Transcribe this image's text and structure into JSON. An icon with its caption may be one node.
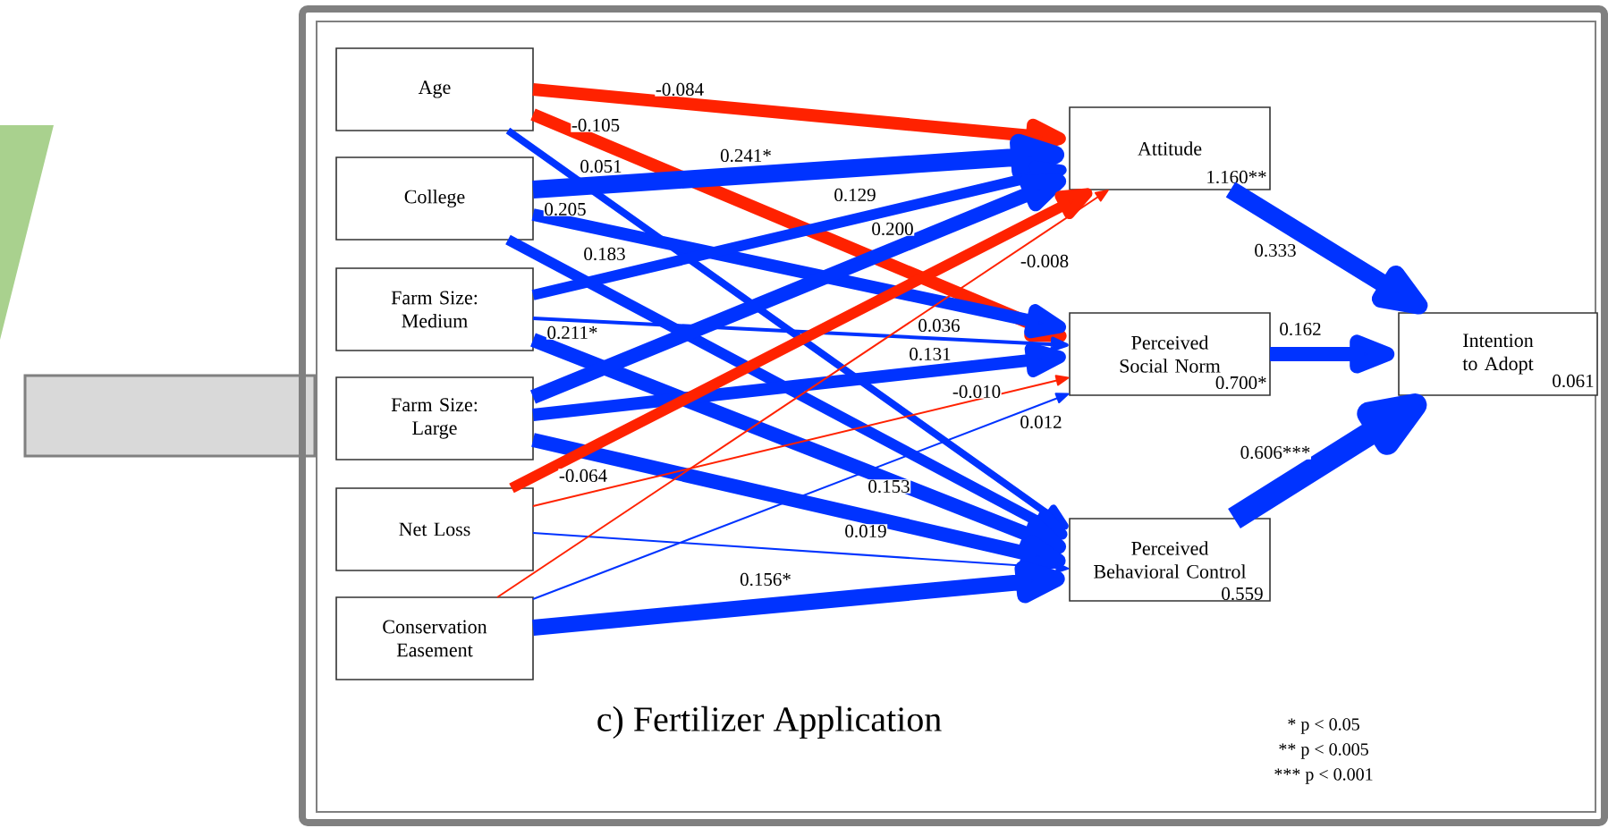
{
  "diagram": {
    "caption": "c) Fertilizer Application",
    "nodes": [
      {
        "text": [
          "Age"
        ]
      },
      {
        "text": [
          "College"
        ]
      },
      {
        "text": [
          "Farm Size: Medium"
        ]
      },
      {
        "text": [
          "Farm Size: Large"
        ]
      },
      {
        "text": [
          "Net Loss"
        ]
      },
      {
        "text": [
          "Conservation Easement"
        ]
      },
      {
        "text": [
          "Attitude",
          "1.160**"
        ]
      },
      {
        "text": [
          "Perceived Social Norm",
          "0.700*"
        ]
      },
      {
        "text": [
          "Perceived Behavioral Control",
          "0.559"
        ]
      },
      {
        "text": [
          "Intention to Adopt",
          "0.061"
        ]
      }
    ],
    "edges": [
      {
        "from": 0,
        "to": 6,
        "arrow": "to",
        "label": "-0.084",
        "color": "#ff2200"
      },
      {
        "from": 0,
        "to": 7,
        "arrow": "to",
        "label": "-0.105",
        "color": "#ff2200"
      },
      {
        "from": 0,
        "to": 8,
        "arrow": "to",
        "label": "0.051"
      },
      {
        "from": 1,
        "to": 6,
        "arrow": "to",
        "label": "0.241*"
      },
      {
        "from": 1,
        "to": 7,
        "arrow": "to",
        "label": "0.205"
      },
      {
        "from": 1,
        "to": 8,
        "arrow": "to",
        "label": "0.183"
      },
      {
        "from": 2,
        "to": 6,
        "arrow": "to",
        "label": "0.129"
      },
      {
        "from": 2,
        "to": 7,
        "arrow": "to",
        "label": "0.036"
      },
      {
        "from": 2,
        "to": 8,
        "arrow": "to",
        "label": "0.211*"
      },
      {
        "from": 3,
        "to": 6,
        "arrow": "to",
        "label": "0.200"
      },
      {
        "from": 3,
        "to": 7,
        "arrow": "to",
        "label": "0.131"
      },
      {
        "from": 3,
        "to": 8,
        "arrow": "to",
        "label": "0.153"
      },
      {
        "from": 4,
        "to": 6,
        "arrow": "to",
        "label": "-0.064",
        "color": "#ff2200"
      },
      {
        "from": 4,
        "to": 7,
        "arrow": "to",
        "label": "-0.010",
        "color": "#ff2200"
      },
      {
        "from": 4,
        "to": 8,
        "arrow": "to",
        "label": "0.019"
      },
      {
        "from": 5,
        "to": 6,
        "arrow": "to",
        "label": "-0.008",
        "color": "#ff2200"
      },
      {
        "from": 5,
        "to": 7,
        "arrow": "to",
        "label": "0.012"
      },
      {
        "from": 5,
        "to": 8,
        "arrow": "to",
        "label": "0.156*"
      },
      {
        "from": 6,
        "to": 9,
        "arrow": "to",
        "label": "0.333"
      },
      {
        "from": 7,
        "to": 9,
        "arrow": "to",
        "label": "0.162"
      },
      {
        "from": 8,
        "to": 9,
        "arrow": "to",
        "label": "0.606***",
        "style": "thick"
      }
    ],
    "labels": [
      "* p < 0.05",
      "** p < 0.005",
      "*** p < 0.001"
    ]
  }
}
